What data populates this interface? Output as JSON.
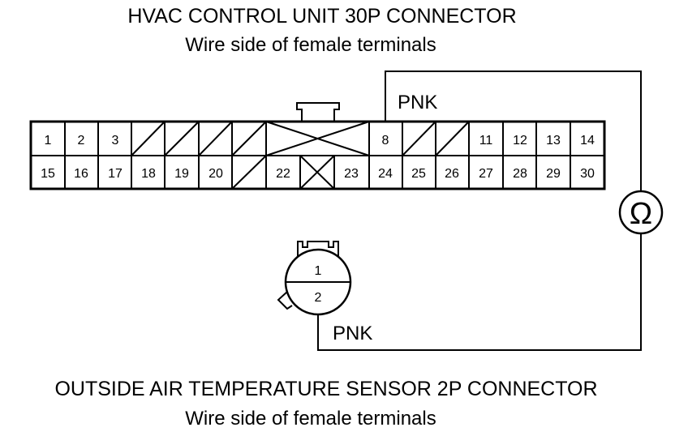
{
  "hvac": {
    "title": "HVAC CONTROL UNIT 30P CONNECTOR",
    "subtitle": "Wire side of female terminals",
    "pins": [
      {
        "id": "1",
        "label": "1"
      },
      {
        "id": "2",
        "label": "2"
      },
      {
        "id": "3",
        "label": "3"
      },
      {
        "id": "8",
        "label": "8"
      },
      {
        "id": "11",
        "label": "11"
      },
      {
        "id": "12",
        "label": "12"
      },
      {
        "id": "13",
        "label": "13"
      },
      {
        "id": "14",
        "label": "14"
      },
      {
        "id": "15",
        "label": "15"
      },
      {
        "id": "16",
        "label": "16"
      },
      {
        "id": "17",
        "label": "17"
      },
      {
        "id": "18",
        "label": "18"
      },
      {
        "id": "19",
        "label": "19"
      },
      {
        "id": "20",
        "label": "20"
      },
      {
        "id": "22",
        "label": "22"
      },
      {
        "id": "23",
        "label": "23"
      },
      {
        "id": "24",
        "label": "24"
      },
      {
        "id": "25",
        "label": "25"
      },
      {
        "id": "26",
        "label": "26"
      },
      {
        "id": "27",
        "label": "27"
      },
      {
        "id": "28",
        "label": "28"
      },
      {
        "id": "29",
        "label": "29"
      },
      {
        "id": "30",
        "label": "30"
      }
    ]
  },
  "wires": {
    "top_color": "PNK",
    "bottom_color": "PNK"
  },
  "meter": {
    "symbol": "Ω",
    "icon": "ohmmeter-icon"
  },
  "sensor": {
    "title": "OUTSIDE AIR TEMPERATURE SENSOR 2P CONNECTOR",
    "subtitle": "Wire side of female terminals",
    "pins": [
      {
        "id": "1",
        "label": "1"
      },
      {
        "id": "2",
        "label": "2"
      }
    ]
  }
}
